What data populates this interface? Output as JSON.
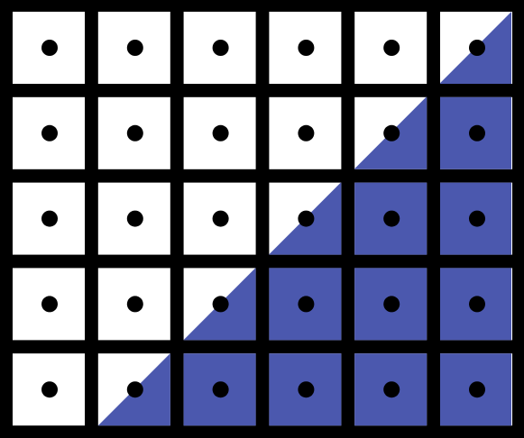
{
  "grid": {
    "rows": 5,
    "cols": 6,
    "has_dots": true
  },
  "colors": {
    "background": "#000000",
    "cell": "#FFFFFF",
    "fill": "#4B58AE",
    "dot": "#000000"
  },
  "shading": {
    "description_free": true,
    "triangle_region": "lower-right"
  }
}
